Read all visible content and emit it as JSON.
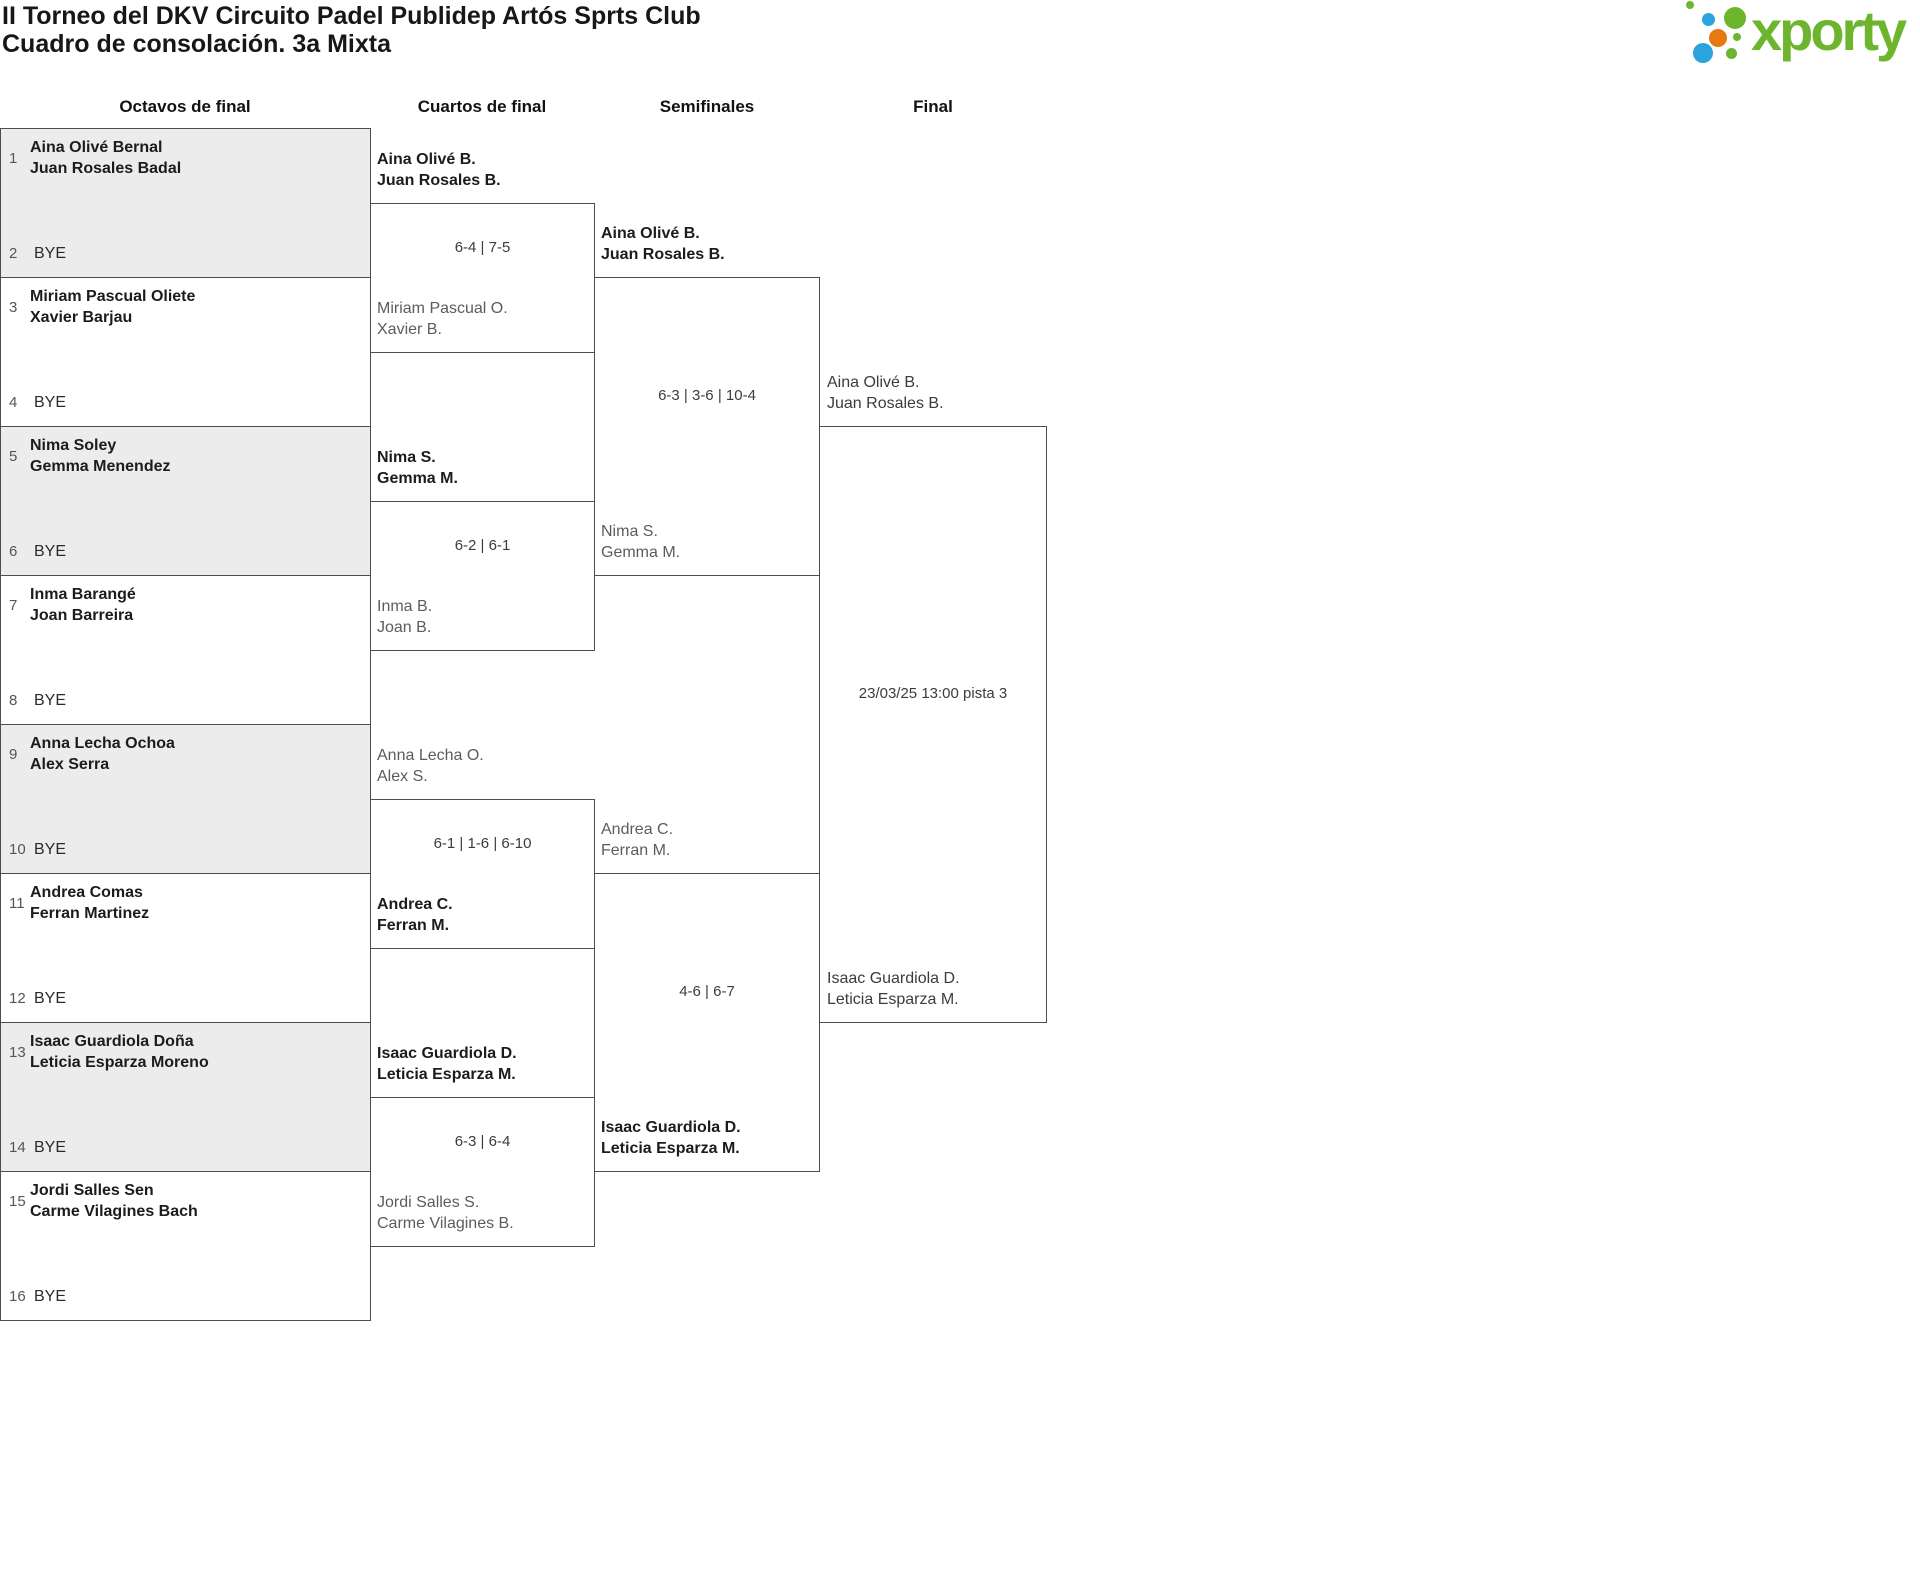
{
  "header": {
    "title_line1": "II Torneo del DKV Circuito Padel Publidep Artós Sprts Club",
    "title_line2": "Cuadro de consolación. 3a Mixta",
    "logo_text": "xporty"
  },
  "columns": [
    "Octavos de final",
    "Cuartos de final",
    "Semifinales",
    "Final"
  ],
  "colors": {
    "logo_green": "#6cb52d",
    "logo_blue": "#2ba3dc",
    "logo_orange": "#e8790f",
    "box_fill_gray": "#ececec",
    "line_color": "#4d4d4d",
    "winner_text": "#1c1c1c",
    "loser_text": "#5c5c5c"
  },
  "octavos": [
    {
      "seed_top": "1",
      "top1": "Aina Olivé Bernal",
      "top2": "Juan Rosales Badal",
      "seed_bottom": "2",
      "bottom": "BYE"
    },
    {
      "seed_top": "3",
      "top1": "Miriam Pascual Oliete",
      "top2": "Xavier Barjau",
      "seed_bottom": "4",
      "bottom": "BYE"
    },
    {
      "seed_top": "5",
      "top1": "Nima Soley",
      "top2": "Gemma Menendez",
      "seed_bottom": "6",
      "bottom": "BYE"
    },
    {
      "seed_top": "7",
      "top1": "Inma Barangé",
      "top2": "Joan Barreira",
      "seed_bottom": "8",
      "bottom": "BYE"
    },
    {
      "seed_top": "9",
      "top1": "Anna Lecha Ochoa",
      "top2": "Alex Serra",
      "seed_bottom": "10",
      "bottom": "BYE"
    },
    {
      "seed_top": "11",
      "top1": "Andrea Comas",
      "top2": "Ferran Martinez",
      "seed_bottom": "12",
      "bottom": "BYE"
    },
    {
      "seed_top": "13",
      "top1": "Isaac Guardiola Doña",
      "top2": "Leticia Esparza Moreno",
      "seed_bottom": "14",
      "bottom": "BYE"
    },
    {
      "seed_top": "15",
      "top1": "Jordi Salles Sen",
      "top2": "Carme Vilagines Bach",
      "seed_bottom": "16",
      "bottom": "BYE"
    }
  ],
  "cuartos": [
    {
      "top": {
        "line1": "Aina Olivé B.",
        "line2": "Juan Rosales B.",
        "winner": true
      },
      "score": "6-4 | 7-5",
      "bottom": {
        "line1": "Miriam Pascual O.",
        "line2": "Xavier B.",
        "winner": false
      }
    },
    {
      "top": {
        "line1": "Nima S.",
        "line2": "Gemma M.",
        "winner": true
      },
      "score": "6-2 | 6-1",
      "bottom": {
        "line1": "Inma B.",
        "line2": "Joan B.",
        "winner": false
      }
    },
    {
      "top": {
        "line1": "Anna Lecha O.",
        "line2": "Alex S.",
        "winner": false
      },
      "score": "6-1 | 1-6 | 6-10",
      "bottom": {
        "line1": "Andrea C.",
        "line2": "Ferran M.",
        "winner": true
      }
    },
    {
      "top": {
        "line1": "Isaac Guardiola D.",
        "line2": "Leticia Esparza M.",
        "winner": true
      },
      "score": "6-3 | 6-4",
      "bottom": {
        "line1": "Jordi Salles S.",
        "line2": "Carme Vilagines B.",
        "winner": false
      }
    }
  ],
  "semifinales": [
    {
      "top": {
        "line1": "Aina Olivé B.",
        "line2": "Juan Rosales B.",
        "winner": true
      },
      "score": "6-3 | 3-6 | 10-4",
      "bottom": {
        "line1": "Nima S.",
        "line2": "Gemma M.",
        "winner": false
      }
    },
    {
      "top": {
        "line1": "Andrea C.",
        "line2": "Ferran M.",
        "winner": false
      },
      "score": "4-6 | 6-7",
      "bottom": {
        "line1": "Isaac Guardiola D.",
        "line2": "Leticia Esparza M.",
        "winner": true
      }
    }
  ],
  "final": {
    "top": {
      "line1": "Aina Olivé B.",
      "line2": "Juan Rosales B."
    },
    "schedule": "23/03/25 13:00 pista 3",
    "bottom": {
      "line1": "Isaac Guardiola D.",
      "line2": "Leticia Esparza M."
    }
  }
}
